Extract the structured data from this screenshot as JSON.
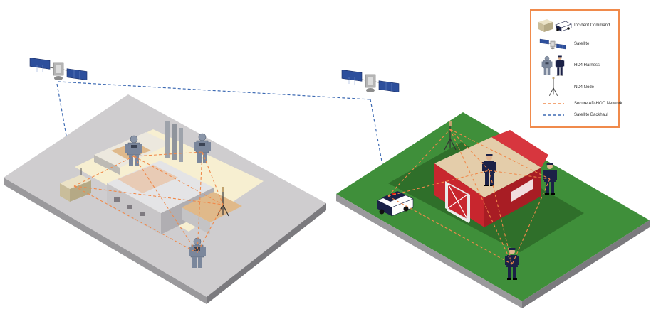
{
  "legend": {
    "incident_command": "Incident Command",
    "satellite": "Satellite",
    "harness": "HD4 Harness",
    "node": "ND4 Node",
    "adhoc": "Secure AD-HOC Network",
    "backhaul": "Satellite Backhaul"
  },
  "colors": {
    "adhoc": "#f0894a",
    "backhaul": "#3d6ab3",
    "legend_border": "#f08a4b",
    "grass": "#3f8f3a",
    "pavement": "#cfcdcf",
    "barn": "#c8262e"
  }
}
